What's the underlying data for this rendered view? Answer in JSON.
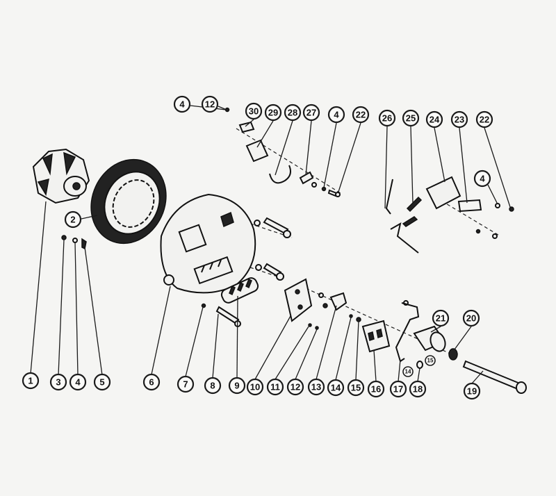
{
  "diagram": {
    "title": "Alternator exploded view",
    "callouts": [
      "1",
      "2",
      "3",
      "4",
      "5",
      "6",
      "7",
      "8",
      "9",
      "10",
      "11",
      "12",
      "13",
      "14",
      "15",
      "16",
      "17",
      "18",
      "19",
      "20",
      "21",
      "22",
      "23",
      "24",
      "25",
      "26",
      "27",
      "28",
      "29",
      "30"
    ],
    "small_callouts": [
      "14",
      "15"
    ]
  }
}
